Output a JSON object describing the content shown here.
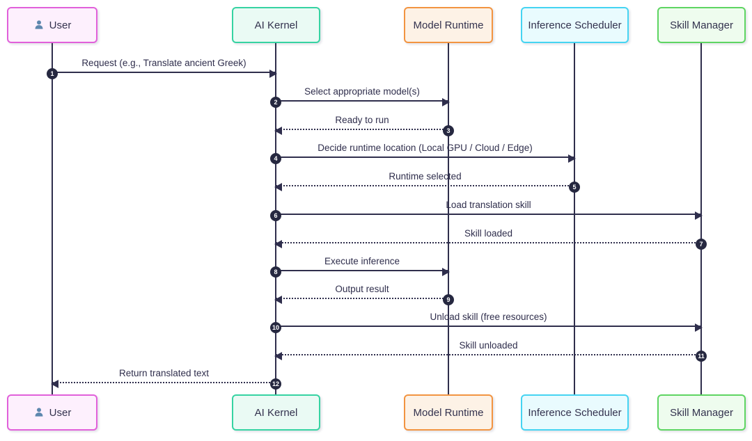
{
  "diagram": {
    "type": "sequence-diagram",
    "actors": [
      {
        "id": "user",
        "label": "User",
        "icon": "person-icon",
        "border_color": "#e160da",
        "fill_color": "#fdf0fd"
      },
      {
        "id": "ai-kernel",
        "label": "AI Kernel",
        "border_color": "#36d3a2",
        "fill_color": "#eafaf4"
      },
      {
        "id": "model-runtime",
        "label": "Model Runtime",
        "border_color": "#f29441",
        "fill_color": "#fdf2e6"
      },
      {
        "id": "inference-scheduler",
        "label": "Inference Scheduler",
        "border_color": "#45d4f2",
        "fill_color": "#e9fbfe"
      },
      {
        "id": "skill-manager",
        "label": "Skill Manager",
        "border_color": "#5ed562",
        "fill_color": "#eefcee"
      }
    ],
    "messages": [
      {
        "num": "1",
        "from": "User",
        "to": "AI Kernel",
        "label": "Request (e.g., Translate ancient Greek)",
        "line_style": "solid"
      },
      {
        "num": "2",
        "from": "AI Kernel",
        "to": "Model Runtime",
        "label": "Select appropriate model(s)",
        "line_style": "solid"
      },
      {
        "num": "3",
        "from": "Model Runtime",
        "to": "AI Kernel",
        "label": "Ready to run",
        "line_style": "dotted"
      },
      {
        "num": "4",
        "from": "AI Kernel",
        "to": "Inference Scheduler",
        "label": "Decide runtime location (Local GPU / Cloud / Edge)",
        "line_style": "solid"
      },
      {
        "num": "5",
        "from": "Inference Scheduler",
        "to": "AI Kernel",
        "label": "Runtime selected",
        "line_style": "dotted"
      },
      {
        "num": "6",
        "from": "AI Kernel",
        "to": "Skill Manager",
        "label": "Load translation skill",
        "line_style": "solid"
      },
      {
        "num": "7",
        "from": "Skill Manager",
        "to": "AI Kernel",
        "label": "Skill loaded",
        "line_style": "dotted"
      },
      {
        "num": "8",
        "from": "AI Kernel",
        "to": "Model Runtime",
        "label": "Execute inference",
        "line_style": "solid"
      },
      {
        "num": "9",
        "from": "Model Runtime",
        "to": "AI Kernel",
        "label": "Output result",
        "line_style": "dotted"
      },
      {
        "num": "10",
        "from": "AI Kernel",
        "to": "Skill Manager",
        "label": "Unload skill (free resources)",
        "line_style": "solid"
      },
      {
        "num": "11",
        "from": "Skill Manager",
        "to": "AI Kernel",
        "label": "Skill unloaded",
        "line_style": "dotted"
      },
      {
        "num": "12",
        "from": "AI Kernel",
        "to": "User",
        "label": "Return translated text",
        "line_style": "dotted"
      }
    ],
    "colors": {
      "signal_line": "#2f2e4c",
      "badge_bg": "#262840",
      "badge_text": "#ffffff",
      "label_text": "#2f2e4c",
      "person_icon": "#5d87ae",
      "background": "#ffffff"
    }
  }
}
